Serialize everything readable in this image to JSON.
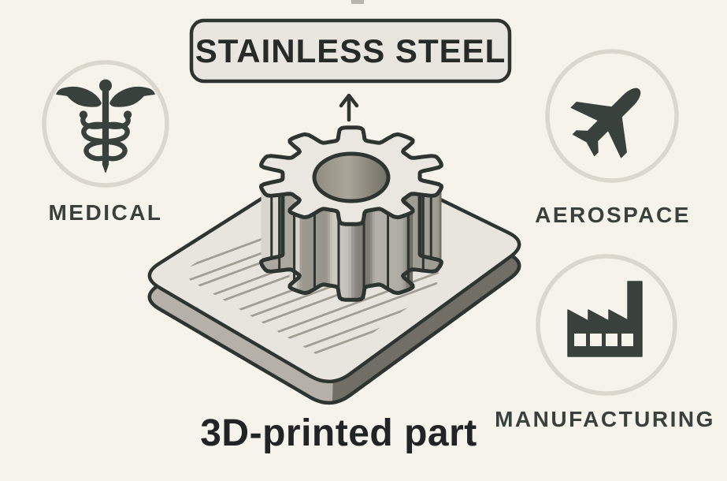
{
  "title_label": {
    "text": "STAINLESS STEEL"
  },
  "callout": {
    "arrow": "up-arrow"
  },
  "part_label": {
    "text": "3D-printed part"
  },
  "illustration": {
    "object": "gear-on-build-plate"
  },
  "industries": [
    {
      "label": "MEDICAL",
      "icon": "caduceus-icon"
    },
    {
      "label": "AEROSPACE",
      "icon": "airplane-icon"
    },
    {
      "label": "MANUFACTURING",
      "icon": "factory-icon"
    }
  ],
  "colors": {
    "bg": "#f6f3ea",
    "ink": "#2e3531",
    "icon_ink": "#39413c",
    "ring": "#dbd7cd",
    "box_fill": "#e9e6e0",
    "title_ink": "#272b28",
    "part_ink": "#212426",
    "plate_top": "#e8e5de",
    "plate_side_light": "#b5b1a8",
    "plate_side_dark": "#716e66",
    "hatch": "#a29e94",
    "gear_top": "#eae7e0",
    "hole_left": "#8f8b80",
    "hole_mid": "#aaa69a",
    "hole_right": "#737066",
    "top_tick": "#b8b5ad"
  }
}
